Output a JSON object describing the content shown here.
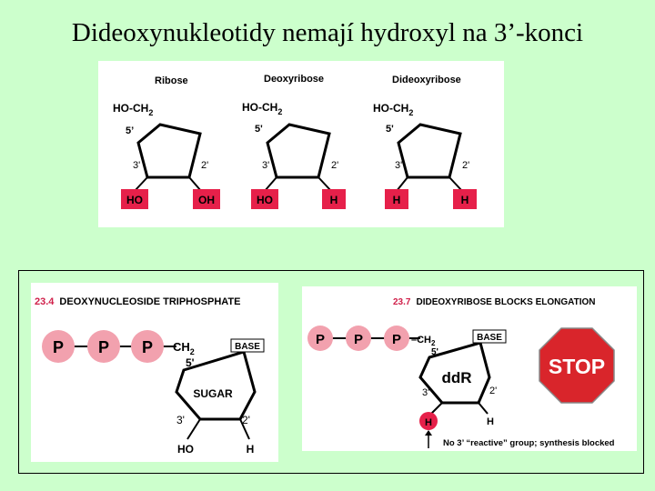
{
  "slide": {
    "title": "Dideoxynukleotidy nemají hydroxyl na 3’-konci"
  },
  "sugars": {
    "ribose": {
      "name": "Ribose",
      "ch2": "HO-CH",
      "sub": "2",
      "c5": "5’",
      "c3": "3'",
      "c2": "2'",
      "left_group": "HO",
      "right_group": "OH"
    },
    "deoxyribose": {
      "name": "Deoxyribose",
      "ch2": "HO-CH",
      "sub": "2",
      "c5": "5'",
      "c3": "3'",
      "c2": "2'",
      "left_group": "HO",
      "right_group": "H"
    },
    "dideoxyribose": {
      "name": "Dideoxyribose",
      "ch2": "HO-CH",
      "sub": "2",
      "c5": "5'",
      "c3": "3'",
      "c2": "2'",
      "left_group": "H",
      "right_group": "H"
    }
  },
  "fig_23_4": {
    "number": "23.4",
    "caption": "DEOXYNUCLEOSIDE TRIPHOSPHATE",
    "phosphates": [
      "P",
      "P",
      "P"
    ],
    "ch2": "CH",
    "sub": "2",
    "c5": "5'",
    "base": "BASE",
    "sugar": "SUGAR",
    "c3": "3'",
    "c2": "2'",
    "left_group": "HO",
    "right_group": "H"
  },
  "fig_23_7": {
    "number": "23.7",
    "caption": "DIDEOXYRIBOSE BLOCKS ELONGATION",
    "phosphates": [
      "P",
      "P",
      "P"
    ],
    "ch2": "–CH",
    "sub": "2",
    "c5": "5'",
    "base": "BASE",
    "ring": "ddR",
    "c3": "3'",
    "c2": "2'",
    "left_group": "H",
    "right_group": "H",
    "stop": "STOP",
    "note": "No 3’ “reactive” group; synthesis blocked"
  },
  "colors": {
    "background": "#ccffcc",
    "red": "#e6204a",
    "pink": "#f2a1ae",
    "stop_red": "#d9252b",
    "caption_red": "#d0204a"
  }
}
